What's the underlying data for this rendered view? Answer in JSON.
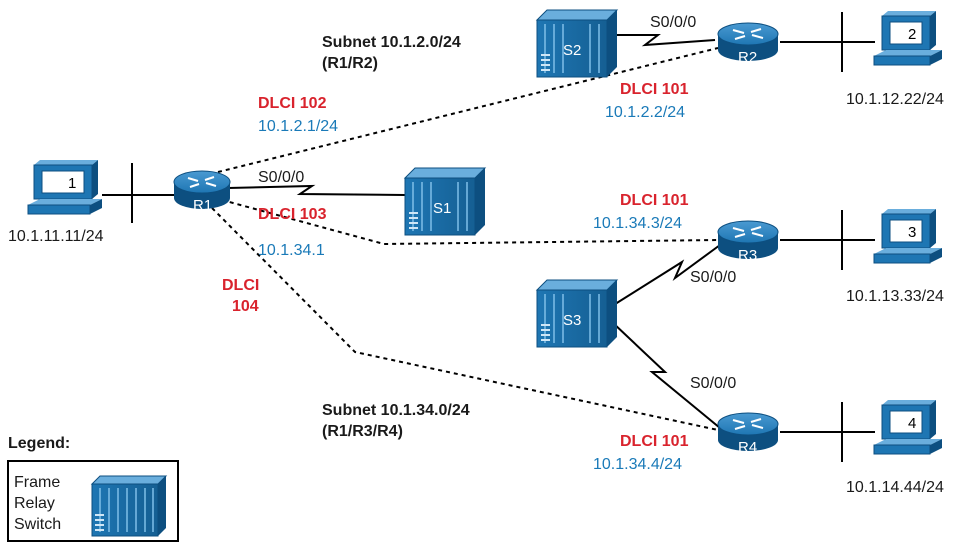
{
  "subnets": {
    "top_title": "Subnet 10.1.2.0/24",
    "top_members": "(R1/R2)",
    "bottom_title": "Subnet 10.1.34.0/24",
    "bottom_members": "(R1/R3/R4)"
  },
  "routers": {
    "r1": "R1",
    "r2": "R2",
    "r3": "R3",
    "r4": "R4"
  },
  "switches": {
    "s1": "S1",
    "s2": "S2",
    "s3": "S3"
  },
  "pcs": {
    "pc1": {
      "num": "1",
      "ip": "10.1.11.11/24"
    },
    "pc2": {
      "num": "2",
      "ip": "10.1.12.22/24"
    },
    "pc3": {
      "num": "3",
      "ip": "10.1.13.33/24"
    },
    "pc4": {
      "num": "4",
      "ip": "10.1.14.44/24"
    }
  },
  "interfaces": {
    "r1_serial": "S0/0/0",
    "r2_serial": "S0/0/0",
    "r3_serial": "S0/0/0",
    "r4_serial": "S0/0/0"
  },
  "dlci": {
    "r1_to_r2": "DLCI 102",
    "r1_to_s1": "DLCI 103",
    "r1_to_r4_line1": "DLCI",
    "r1_to_r4_line2": "104",
    "r2": "DLCI 101",
    "r3": "DLCI 101",
    "r4": "DLCI 101"
  },
  "ips": {
    "r1_top": "10.1.2.1/24",
    "r1_bottom": "10.1.34.1",
    "r2": "10.1.2.2/24",
    "r3": "10.1.34.3/24",
    "r4": "10.1.34.4/24"
  },
  "legend": {
    "title": "Legend:",
    "line1": "Frame",
    "line2": "Relay",
    "line3": "Switch"
  },
  "colors": {
    "device_blue": "#1e76b3",
    "device_dark": "#0d4f80",
    "dlci_red": "#d9232d",
    "ip_blue": "#1a7ab8"
  }
}
